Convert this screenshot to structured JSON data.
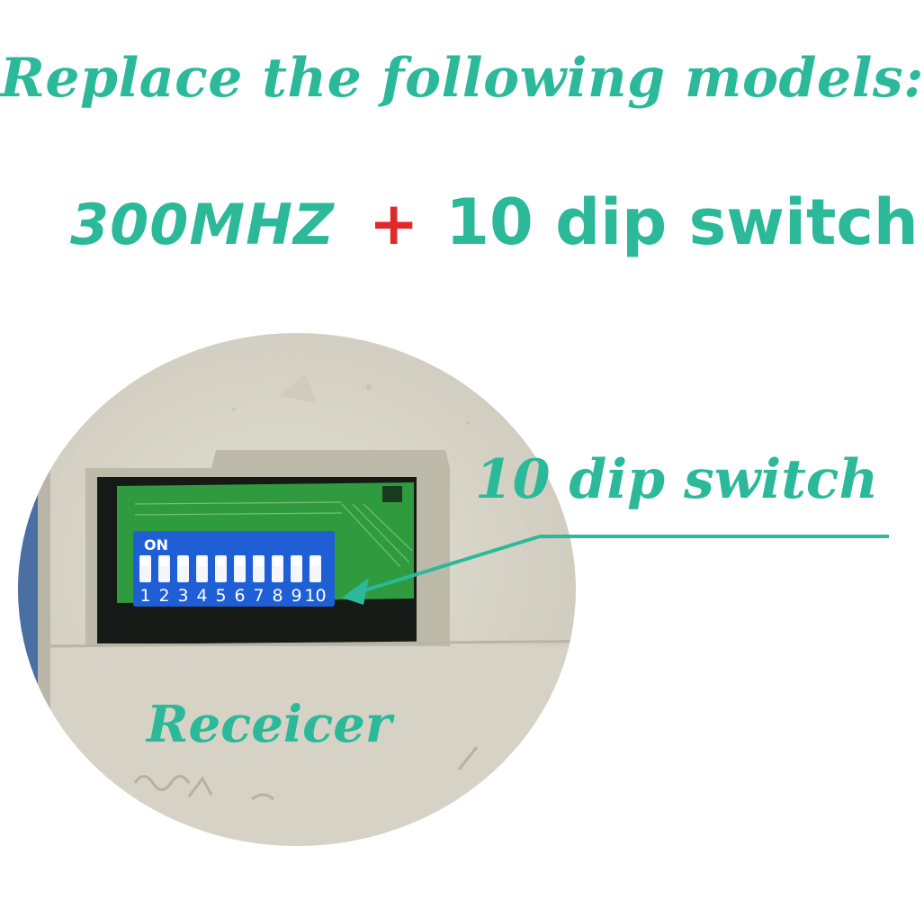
{
  "headline": "Replace the following models:",
  "spec": {
    "frequency": "300MHZ",
    "plus": "+",
    "dip": "10 dip switch"
  },
  "callout": {
    "label": "10 dip switch"
  },
  "receiver_label": "Receicer",
  "dip_switch": {
    "on_label": "ON",
    "numbers": [
      "1",
      "2",
      "3",
      "4",
      "5",
      "6",
      "7",
      "8",
      "9",
      "10"
    ]
  },
  "colors": {
    "accent": "#2bb99a",
    "plus": "#e02a2a",
    "housing": "#d8d6c9",
    "pcb": "#2f9a3e",
    "switch_block": "#1f5fd6"
  }
}
